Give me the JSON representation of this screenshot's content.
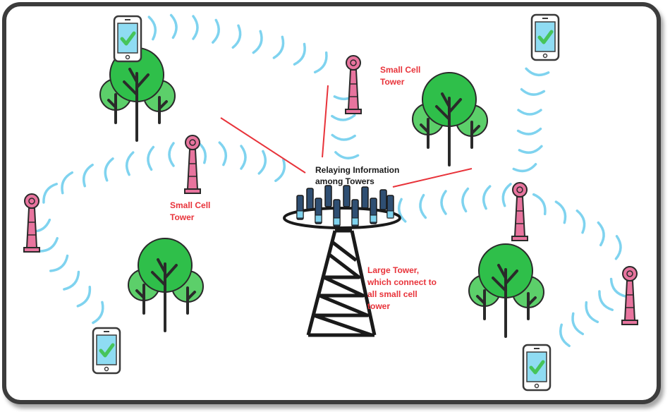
{
  "labels": {
    "small_cell_top": [
      "Small Cell",
      "Tower"
    ],
    "small_cell_left": [
      "Small Cell",
      "Tower"
    ],
    "relaying": [
      "Relaying Information",
      "among Towers"
    ],
    "large_tower": [
      "Large Tower,",
      "which connect to",
      "all small cell",
      "tower"
    ]
  },
  "icons": {
    "phone": "smartphone-check-icon",
    "tree": "tree-icon",
    "small_tower": "small-cell-tower-icon",
    "large_tower": "lattice-tower-icon",
    "wave": "signal-wave-icon"
  },
  "colors": {
    "label_red": "#e8333a",
    "wave_blue": "#7fd3ef",
    "tree_green": "#2fbf4a",
    "tree_light": "#5ccf6a",
    "tower_pink": "#e8749e",
    "phone_check": "#46c45a",
    "phone_screen": "#8fdcf3",
    "frame_border": "#3c3c3c"
  }
}
